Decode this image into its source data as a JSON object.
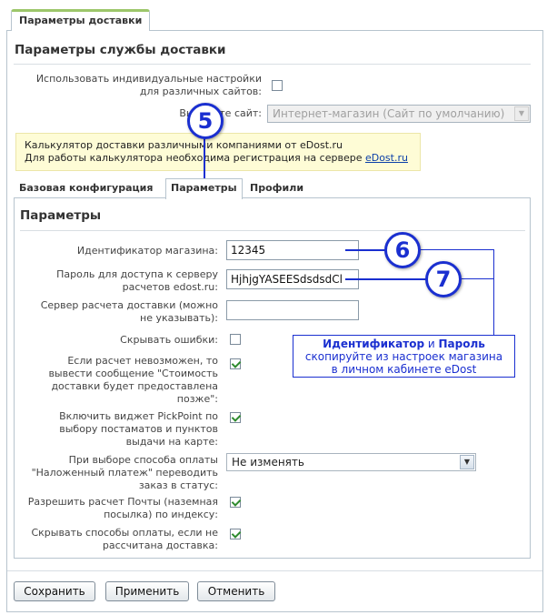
{
  "window_tab": "Параметры доставки",
  "section_title": "Параметры службы доставки",
  "individual_settings": {
    "label": "Использовать индивидуальные настройки для различных сайтов:",
    "checked": false
  },
  "site_select": {
    "label": "Выберите сайт:",
    "value": "Интернет-магазин (Сайт по умолчанию)"
  },
  "note": {
    "line1": "Калькулятор доставки различными компаниями от eDost.ru",
    "line2_prefix": "Для работы калькулятора необходима регистрация на сервере ",
    "link": "eDost.ru"
  },
  "tabs": [
    {
      "label": "Базовая конфигурация",
      "active": false
    },
    {
      "label": "Параметры",
      "active": true
    },
    {
      "label": "Профили",
      "active": false
    }
  ],
  "panel_title": "Параметры",
  "fields": {
    "shop_id": {
      "label": "Идентификатор магазина:",
      "value": "12345"
    },
    "password": {
      "label": "Пароль для доступа к серверу расчетов edost.ru:",
      "value": "HjhjgYASEESdsdsdCl"
    },
    "server": {
      "label": "Сервер расчета доставки (можно не указывать):",
      "value": ""
    },
    "hide_errors": {
      "label": "Скрывать ошибки:",
      "checked": false
    },
    "impossible_msg": {
      "label": "Если расчет невозможен, то вывести сообщение \"Стоимость доставки будет предоставлена позже\":",
      "checked": true
    },
    "pickpoint": {
      "label": "Включить виджет PickPoint по выбору постаматов и пунктов выдачи на карте:",
      "checked": true
    },
    "cod_status": {
      "label": "При выборе способа оплаты \"Наложенный платеж\" переводить заказ в статус:",
      "value": "Не изменять"
    },
    "post_index": {
      "label": "Разрешить расчет Почты (наземная посылка) по индексу:",
      "checked": true
    },
    "hide_payment": {
      "label": "Скрывать способы оплаты, если не рассчитана доставка:",
      "checked": true
    }
  },
  "buttons": {
    "save": "Сохранить",
    "apply": "Применить",
    "cancel": "Отменить"
  },
  "annotations": {
    "badge5": "5",
    "badge6": "6",
    "badge7": "7",
    "callout_bold1": "Идентификатор",
    "callout_and": " и ",
    "callout_bold2": "Пароль",
    "callout_line2": "скопируйте из настроек магазина",
    "callout_line3": "в личном кабинете eDost"
  },
  "colors": {
    "accent_blue": "#1a2fd0",
    "tab_green": "#9cc66a",
    "check_green": "#2e8b2e",
    "note_bg": "#fefcd6"
  }
}
